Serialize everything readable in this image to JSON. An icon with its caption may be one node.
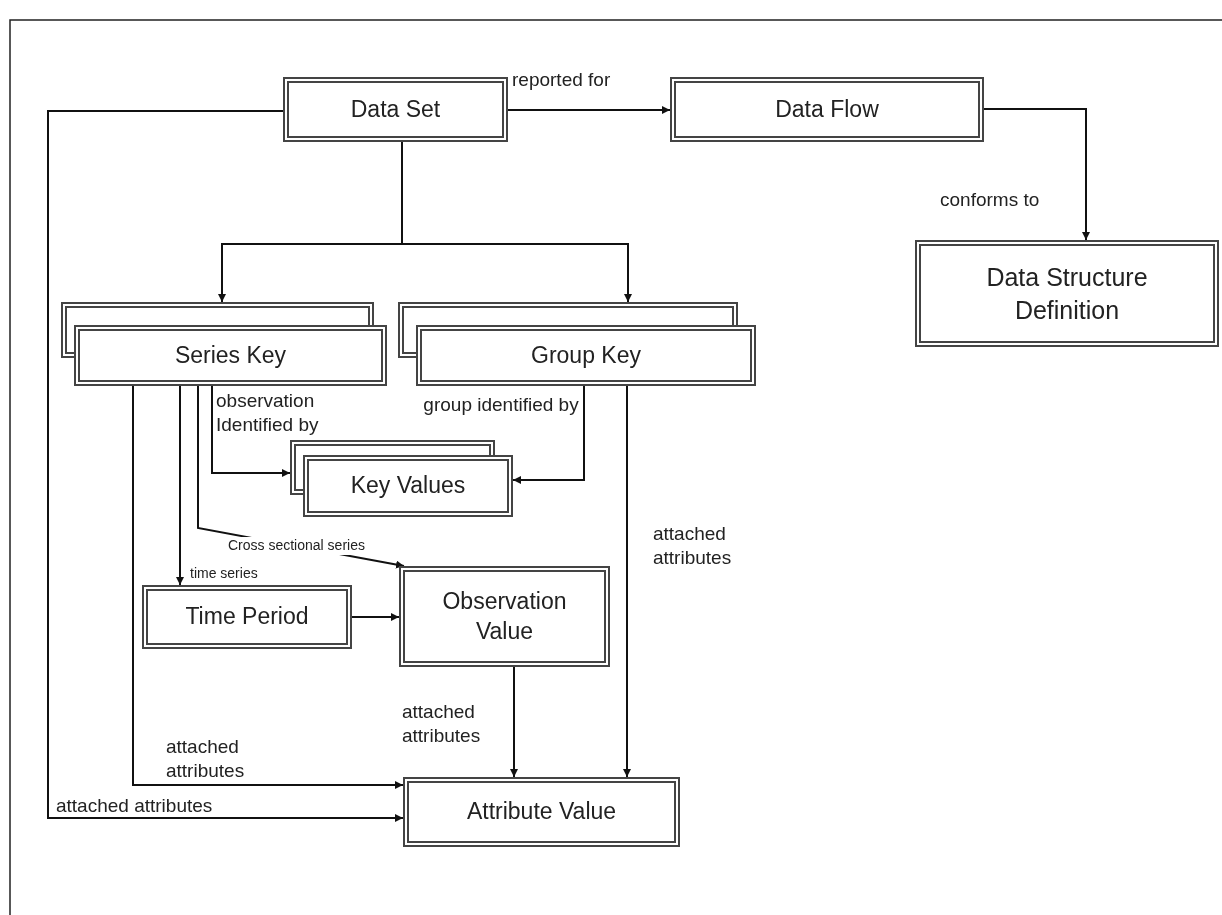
{
  "diagram": {
    "nodes": [
      {
        "text": [
          "Data Set"
        ]
      },
      {
        "text": [
          "Data Flow"
        ]
      },
      {
        "text": [
          "Data Structure Definition"
        ]
      },
      {
        "text": [
          "Series Key"
        ]
      },
      {
        "text": [
          "Group Key"
        ]
      },
      {
        "text": [
          "Key Values"
        ]
      },
      {
        "text": [
          "Time Period"
        ]
      },
      {
        "text": [
          "Observation Value"
        ]
      },
      {
        "text": [
          "Attribute Value"
        ]
      }
    ],
    "edges": [
      {
        "from": 0,
        "to": 1,
        "arrow": "to",
        "label": "reported for"
      },
      {
        "from": 1,
        "to": 2,
        "arrow": "to",
        "label": "conforms to"
      },
      {
        "from": 0,
        "to": 3,
        "arrow": "to"
      },
      {
        "from": 0,
        "to": 4,
        "arrow": "to"
      },
      {
        "from": 3,
        "to": 5,
        "arrow": "to",
        "label": "observation Identified by"
      },
      {
        "from": 4,
        "to": 5,
        "arrow": "to",
        "label": "group identified by"
      },
      {
        "from": 3,
        "to": 7,
        "arrow": "to",
        "label": "Cross sectional series"
      },
      {
        "from": 3,
        "to": 6,
        "arrow": "to",
        "label": "time series"
      },
      {
        "from": 6,
        "to": 7,
        "arrow": "to"
      },
      {
        "from": 7,
        "to": 8,
        "arrow": "to",
        "label": "attached attributes"
      },
      {
        "from": 4,
        "to": 8,
        "arrow": "to",
        "label": "attached attributes"
      },
      {
        "from": 3,
        "to": 8,
        "arrow": "to",
        "label": "attached attributes"
      },
      {
        "from": 0,
        "to": 8,
        "arrow": "to",
        "label": "attached attributes"
      }
    ]
  }
}
